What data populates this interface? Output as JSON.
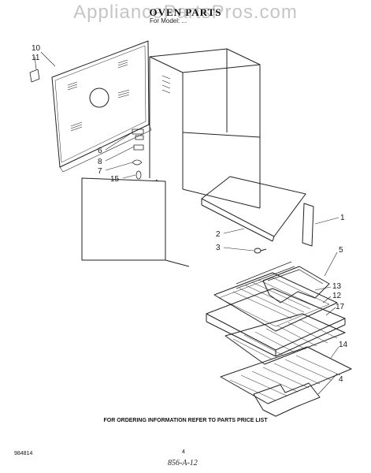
{
  "watermark": "AppliancePartsPros.com",
  "title": "OVEN PARTS",
  "model_line": "For Model: ... ",
  "callouts": [
    "10",
    "11",
    "6",
    "8",
    "7",
    "15",
    "1",
    "2",
    "3",
    "5",
    "13",
    "12",
    "17",
    "14",
    "4"
  ],
  "footer_text": "FOR ORDERING INFORMATION REFER TO PARTS PRICE LIST",
  "part_number": "984814",
  "page_number": "4",
  "handwritten_ref": "856-A-12"
}
